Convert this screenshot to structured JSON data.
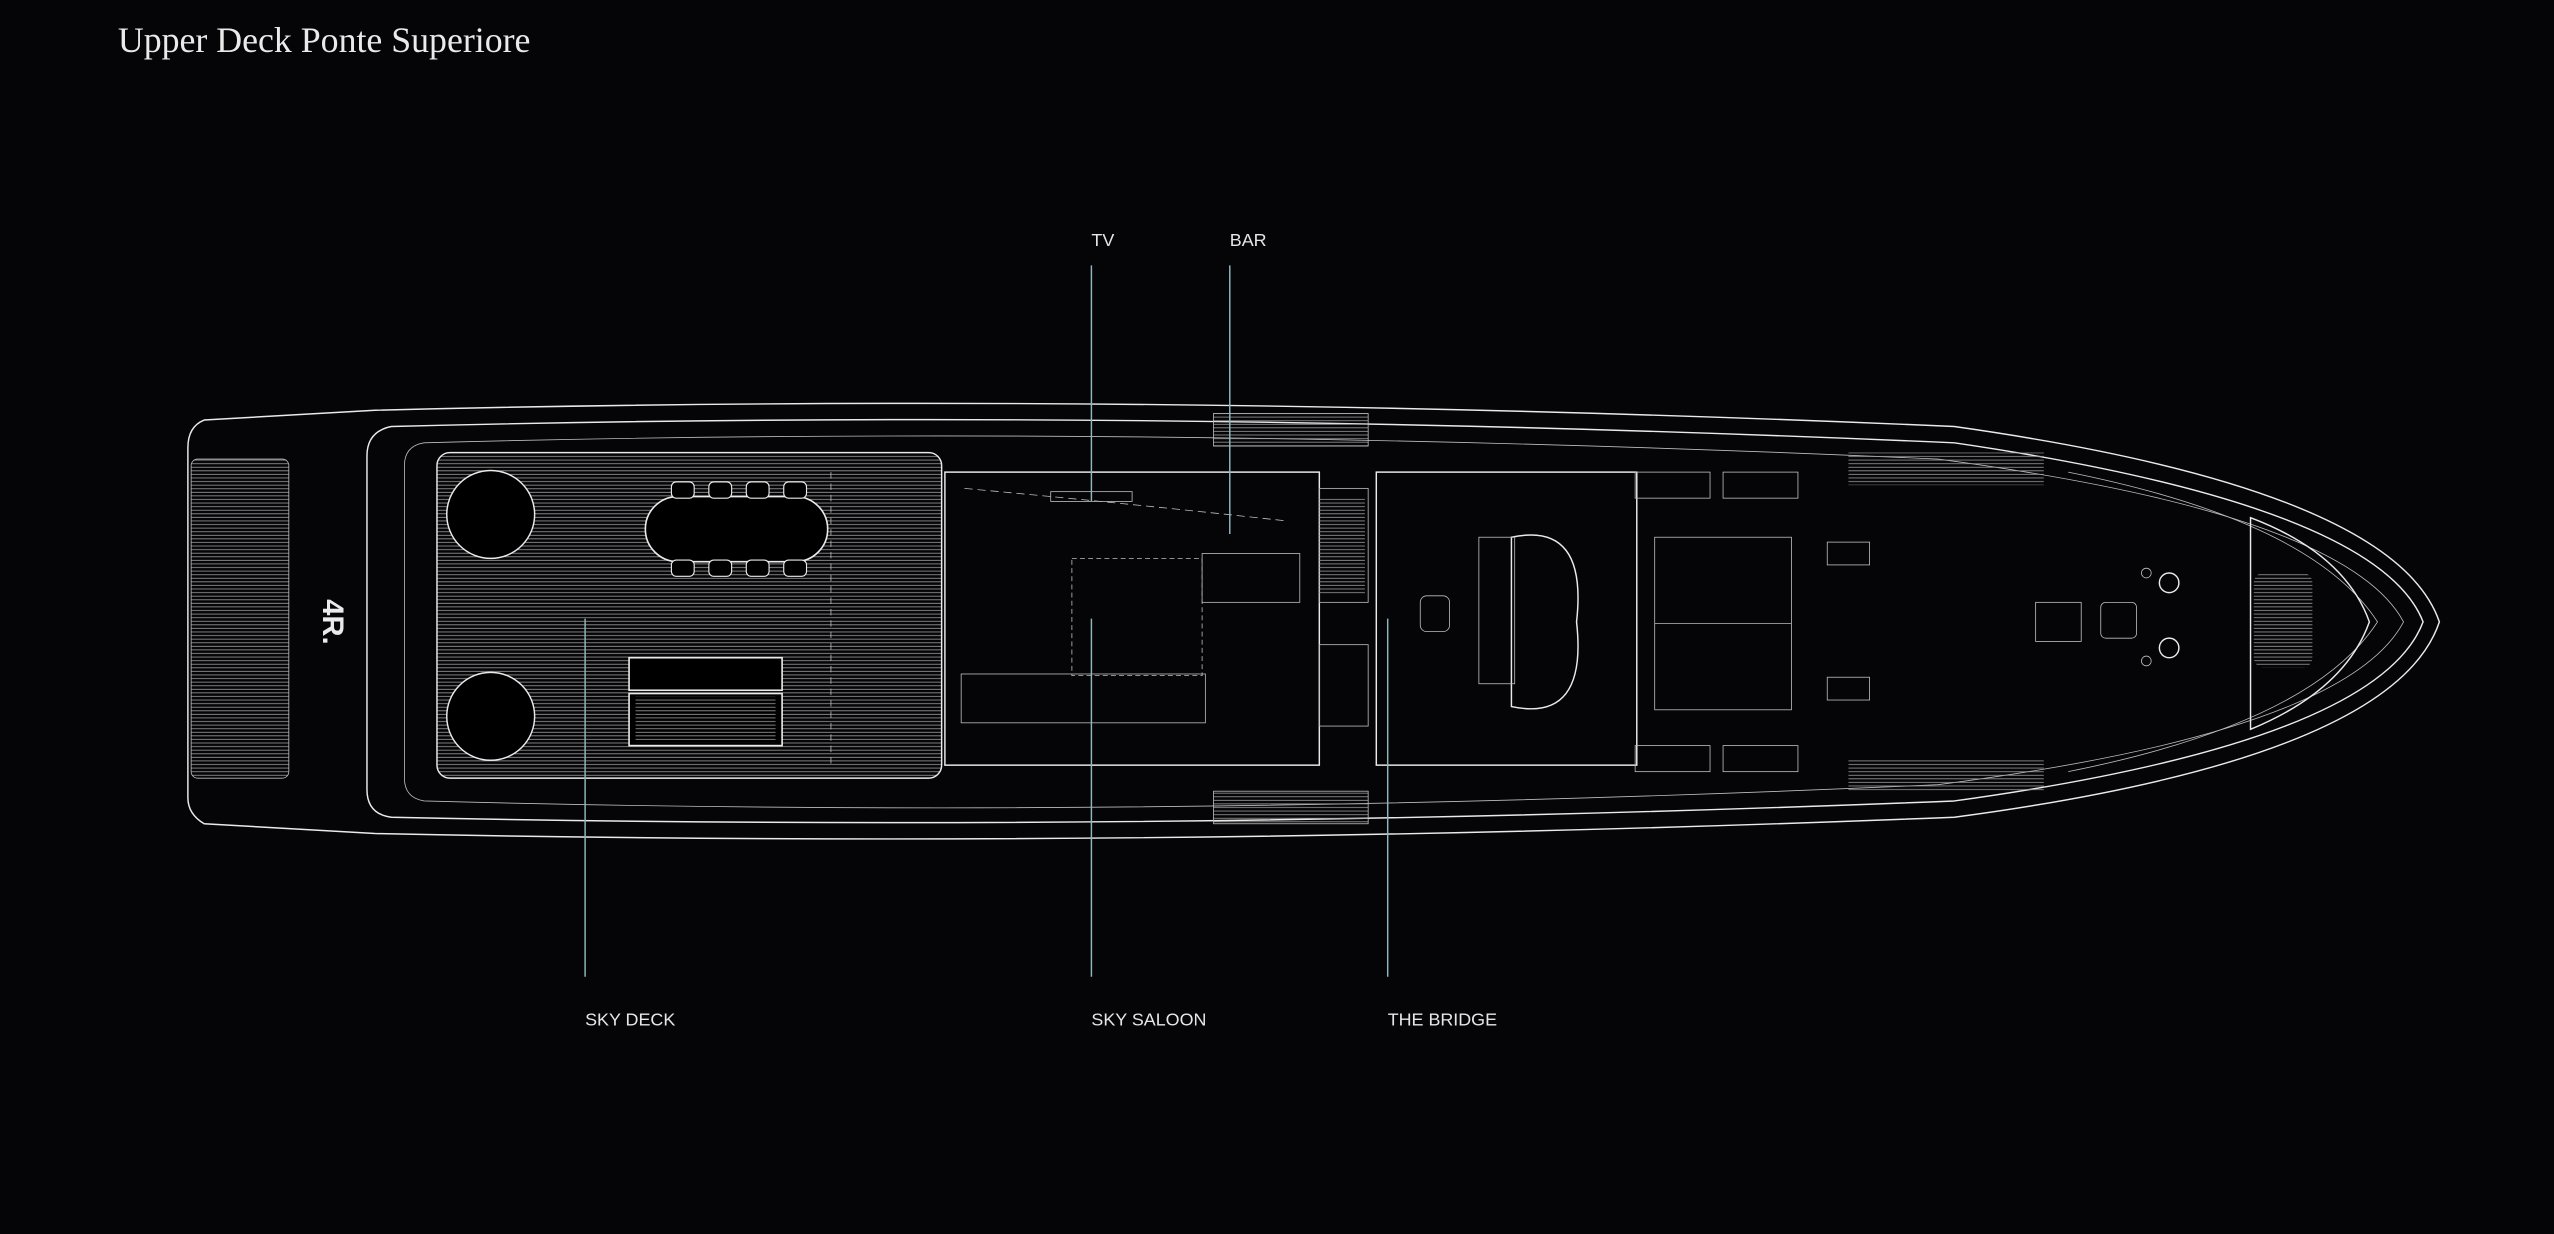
{
  "title": "Upper Deck Ponte Superiore",
  "callouts_top": [
    {
      "label": "TV"
    },
    {
      "label": "BAR"
    }
  ],
  "callouts_bottom": [
    {
      "label": "SKY DECK"
    },
    {
      "label": "SKY SALOON"
    },
    {
      "label": "THE BRIDGE"
    }
  ],
  "logo_text": "4R.",
  "colors": {
    "background": "#050406",
    "lines": "#eaeaea",
    "leader": "#8fb7bd"
  }
}
